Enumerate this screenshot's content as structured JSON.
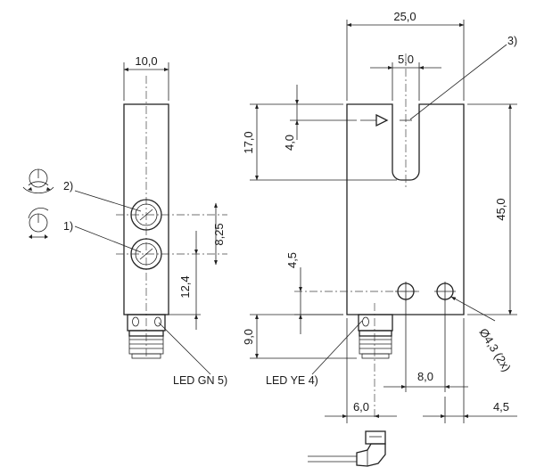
{
  "dimensions": {
    "width_left": "10,0",
    "width_right": "25,0",
    "slot_width": "5,0",
    "slot_depth": "17,0",
    "beam_offset": "4,0",
    "total_height": "45,0",
    "pot_spacing": "8,25",
    "pot_offset": "12,4",
    "hole_offset": "4,5",
    "connector_height": "9,0",
    "connector_offset": "6,0",
    "hole_spacing": "8,0",
    "edge_offset": "4,5",
    "hole_diameter": "Ø4,3 (2x)"
  },
  "callouts": {
    "item1": "1)",
    "item2": "2)",
    "item3": "3)",
    "led_green": "LED GN 5)",
    "led_yellow": "LED YE 4)"
  }
}
